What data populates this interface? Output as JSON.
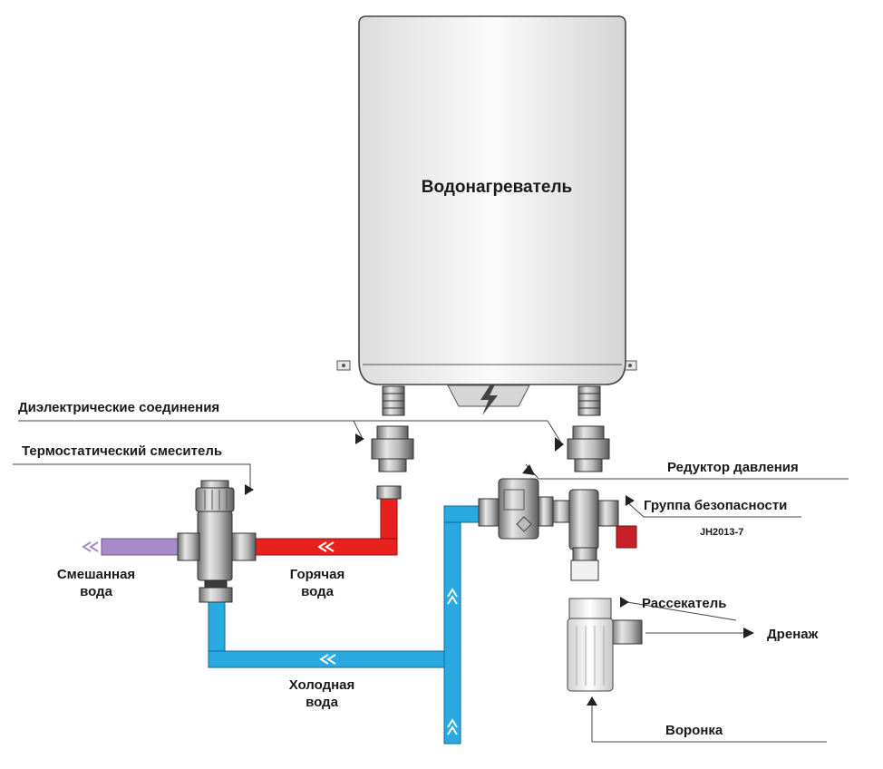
{
  "heater": {
    "title": "Водонагреватель"
  },
  "labels": {
    "dielectric": "Диэлектрические соединения",
    "thermostatic": "Термостатический смеситель",
    "reducer": "Редуктор давления",
    "safety_group": "Группа безопасности",
    "model": "JH2013-7",
    "mixed_water": [
      "Смешанная",
      "вода"
    ],
    "hot_water": [
      "Горячая",
      "вода"
    ],
    "cold_water": [
      "Холодная",
      "вода"
    ],
    "splitter": "Рассекатель",
    "drain": "Дренаж",
    "funnel": "Воронка"
  },
  "colors": {
    "hot_pipe": "#e8211e",
    "cold_pipe": "#29a9e1",
    "mixed_pipe": "#a78bc9",
    "safety_valve": "#c8202a"
  }
}
